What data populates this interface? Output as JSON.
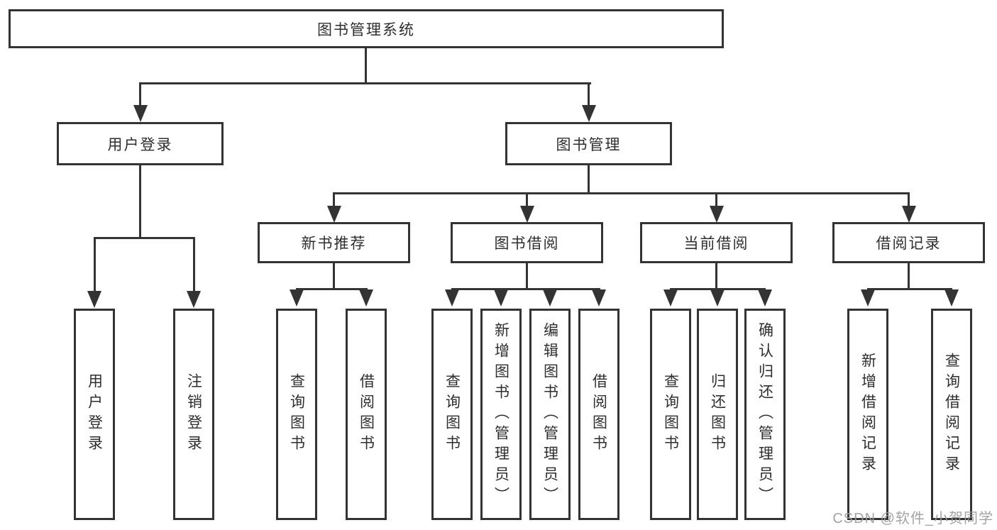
{
  "diagram": {
    "root": {
      "label": "图书管理系统",
      "children": [
        {
          "label": "用户登录",
          "children": [
            {
              "label": "用户登录"
            },
            {
              "label": "注销登录"
            }
          ]
        },
        {
          "label": "图书管理",
          "children": [
            {
              "label": "新书推荐",
              "children": [
                {
                  "label": "查询图书"
                },
                {
                  "label": "借阅图书"
                }
              ]
            },
            {
              "label": "图书借阅",
              "children": [
                {
                  "label": "查询图书"
                },
                {
                  "label": "新增图书（管理员）"
                },
                {
                  "label": "编辑图书（管理员）"
                },
                {
                  "label": "借阅图书"
                }
              ]
            },
            {
              "label": "当前借阅",
              "children": [
                {
                  "label": "查询图书"
                },
                {
                  "label": "归还图书"
                },
                {
                  "label": "确认归还（管理员）"
                }
              ]
            },
            {
              "label": "借阅记录",
              "children": [
                {
                  "label": "新增借阅记录"
                },
                {
                  "label": "查询借阅记录"
                }
              ]
            }
          ]
        }
      ]
    }
  },
  "watermark": {
    "text": "CSDN @软件_小贺同学"
  },
  "colors": {
    "line": "#333333",
    "text": "#2e2e2e",
    "background": "#ffffff",
    "watermark": "#9b9b9b"
  }
}
